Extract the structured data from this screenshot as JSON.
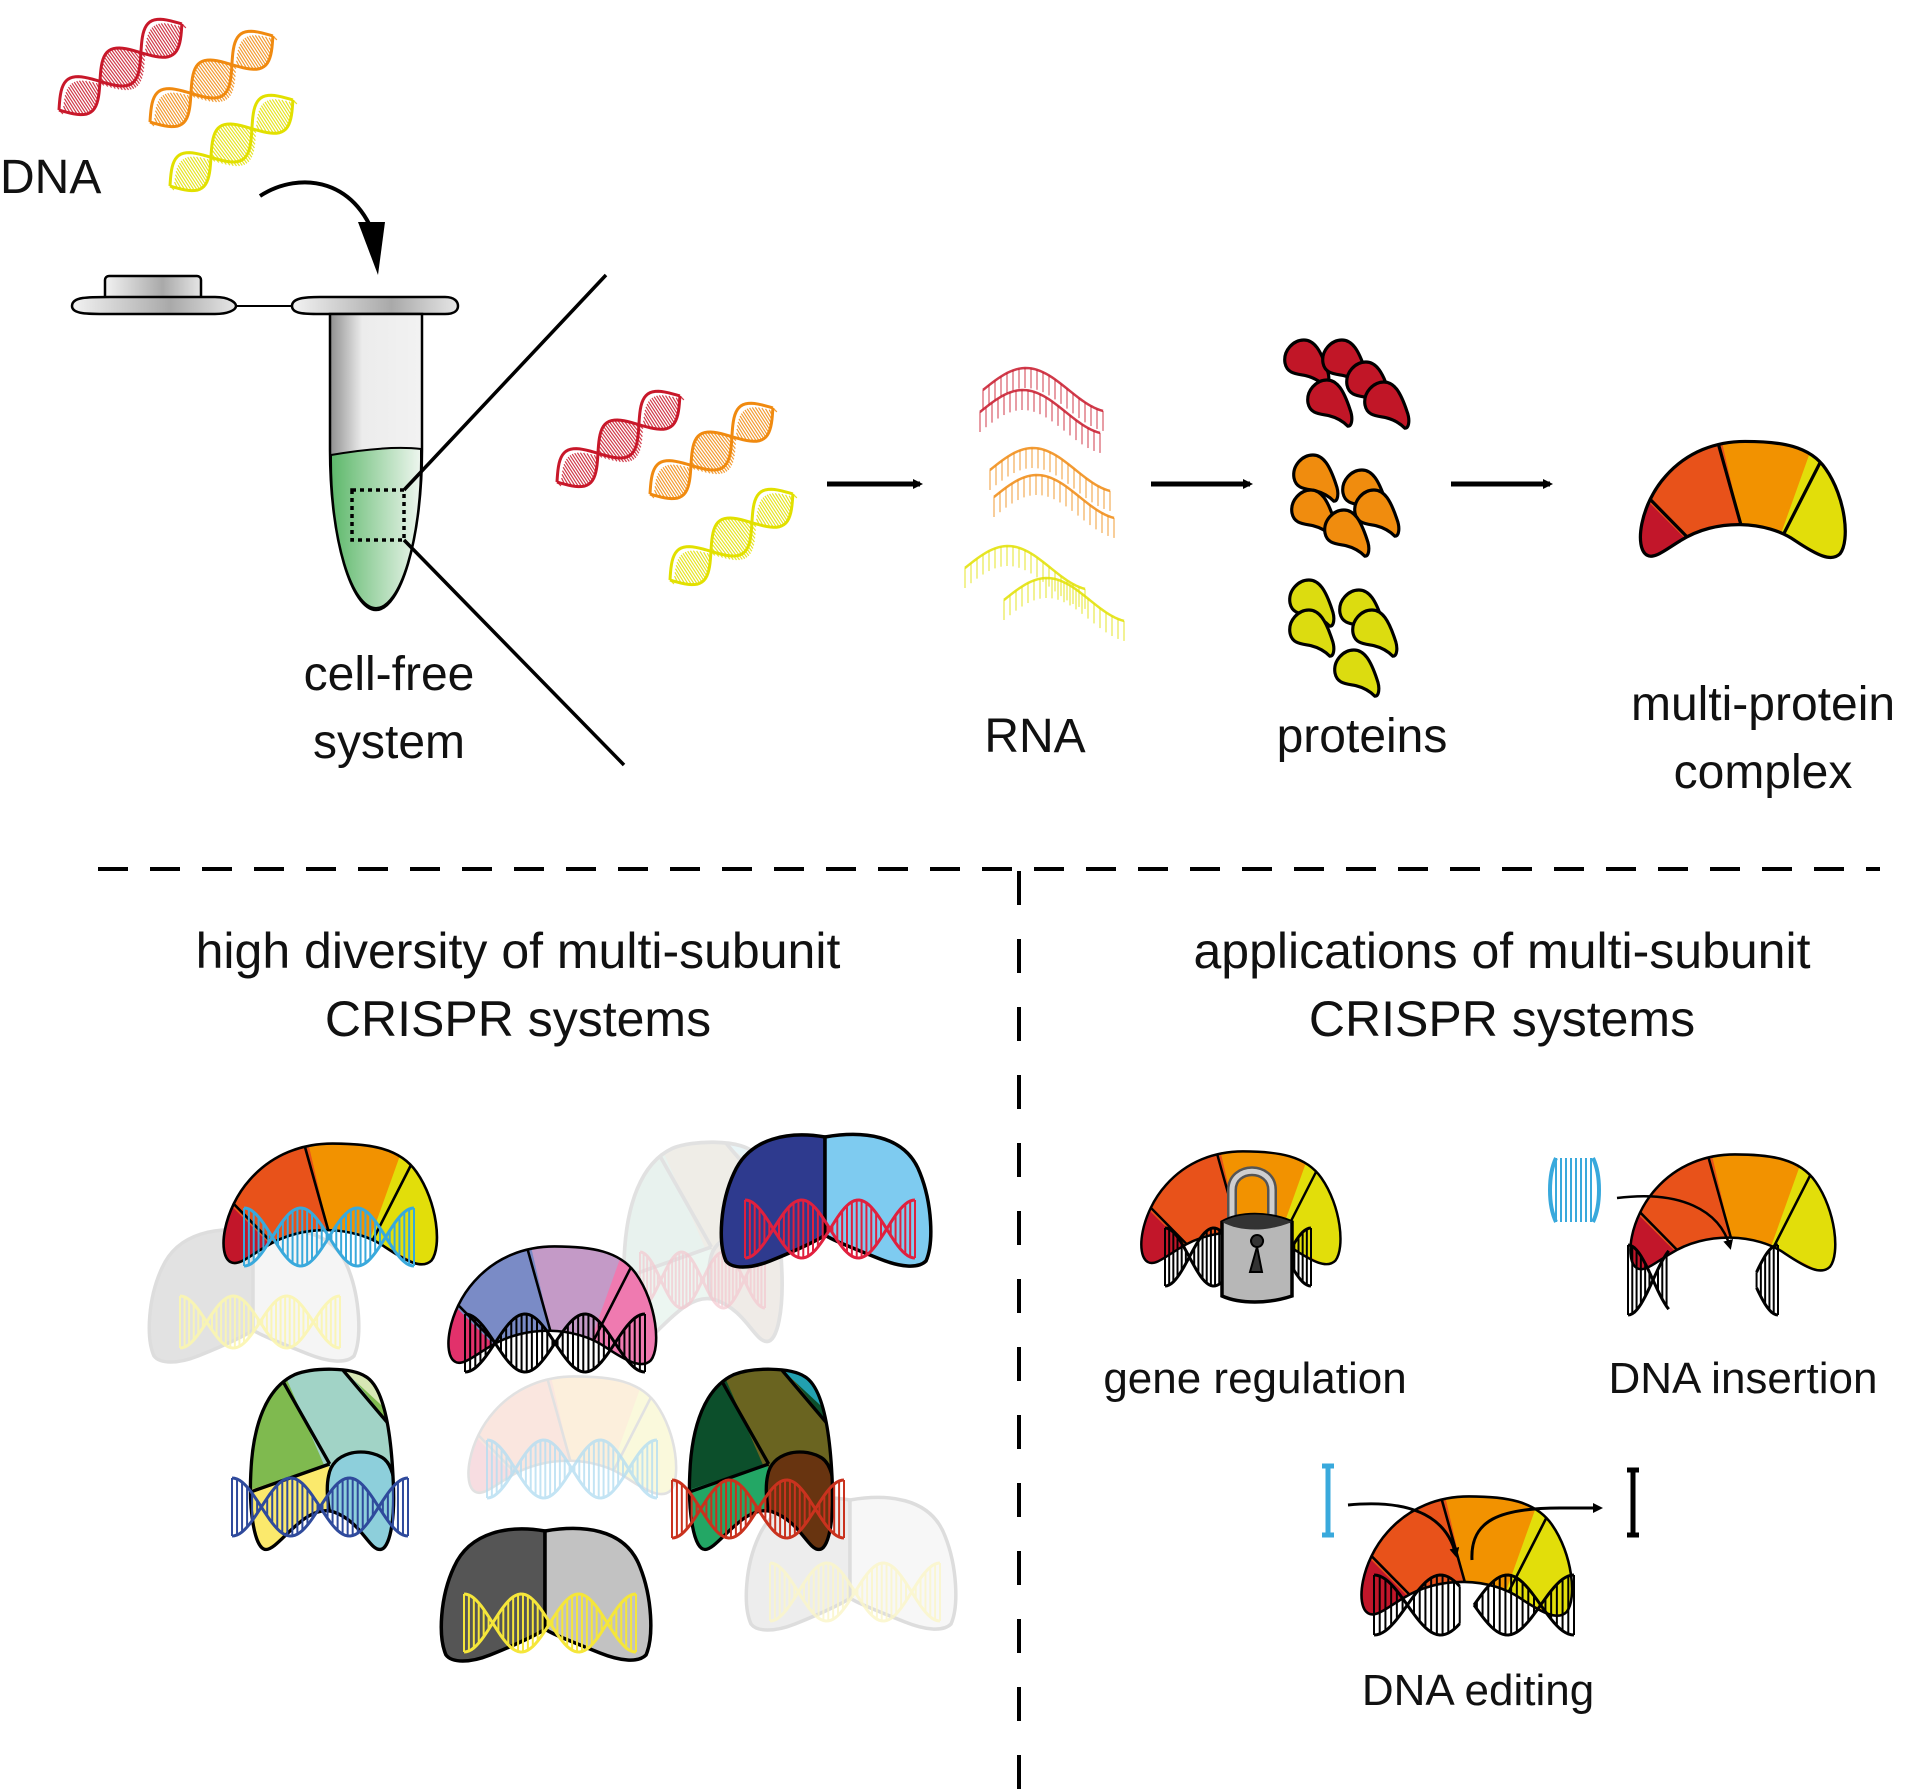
{
  "figure": {
    "top_panel": {
      "input_label": "DNA",
      "tube_label_line1": "cell-free",
      "tube_label_line2": "system",
      "stage_labels": {
        "rna": "RNA",
        "proteins": "proteins",
        "complex_line1": "multi-protein",
        "complex_line2": "complex"
      },
      "gene_colors": [
        "#c8182a",
        "#f08a10",
        "#e2e000"
      ],
      "complex_subunit_colors": [
        "#c2162a",
        "#e8521a",
        "#f29200",
        "#e2de0a"
      ],
      "liquid_color": "#5db86a"
    },
    "bottom_left_panel": {
      "heading_line1": "high diversity of multi-subunit",
      "heading_line2": "CRISPR systems",
      "complexes": [
        {
          "name": "type-I-complex-orange",
          "subunit_colors": [
            "#c2162a",
            "#e8521a",
            "#f29200",
            "#e2de0a"
          ],
          "dna_color": "#39a9dc",
          "faded": false
        },
        {
          "name": "two-lobe-gray-faded",
          "subunit_colors": [
            "#c7c7c7",
            "#ececec"
          ],
          "dna_color": "#fbf6b0",
          "faded": true
        },
        {
          "name": "type-teal-faded",
          "subunit_colors": [
            "#cde3da",
            "#dcd8cc",
            "#cfe9ee"
          ],
          "dna_color": "#f4c8cf",
          "faded": true
        },
        {
          "name": "two-lobe-blue",
          "subunit_colors": [
            "#2e3a8e",
            "#7ecbf0"
          ],
          "dna_color": "#e0203e",
          "faded": false
        },
        {
          "name": "type-purple-pink",
          "subunit_colors": [
            "#e2316b",
            "#7a8bc6",
            "#c49ac7",
            "#ef7ab0"
          ],
          "dna_color": "#000000",
          "faded": false
        },
        {
          "name": "tall-green-blue",
          "subunit_colors": [
            "#7fba4f",
            "#a1d3c6",
            "#d7e7b5",
            "#fbe96c",
            "#8dcfdb"
          ],
          "dna_color": "#2f4a9c",
          "faded": false
        },
        {
          "name": "type-pastel-faded",
          "subunit_colors": [
            "#eeb6bd",
            "#f6c9b9",
            "#f9dcb3",
            "#f5f2b2"
          ],
          "dna_color": "#b5def2",
          "faded": true
        },
        {
          "name": "tall-dark-green",
          "subunit_colors": [
            "#0c4f2b",
            "#6a6420",
            "#22a0b0",
            "#23a765",
            "#683410"
          ],
          "dna_color": "#c9321e",
          "faded": false
        },
        {
          "name": "two-lobe-dark-gray",
          "subunit_colors": [
            "#555555",
            "#c2c2c2"
          ],
          "dna_color": "#f5e63a",
          "faded": false
        },
        {
          "name": "two-lobe-light-faded",
          "subunit_colors": [
            "#dcdcdc",
            "#f1f1f1"
          ],
          "dna_color": "#fbf6c8",
          "faded": true
        }
      ]
    },
    "bottom_right_panel": {
      "heading_line1": "applications of multi-subunit",
      "heading_line2": "CRISPR systems",
      "applications": [
        {
          "label": "gene regulation",
          "icon": "lock-icon"
        },
        {
          "label": "DNA insertion",
          "icon": "insert-arrow-icon",
          "insert_color": "#39a9dc"
        },
        {
          "label": "DNA editing",
          "icon": "edit-arrows-icon",
          "donor_color": "#39a9dc"
        }
      ]
    }
  }
}
